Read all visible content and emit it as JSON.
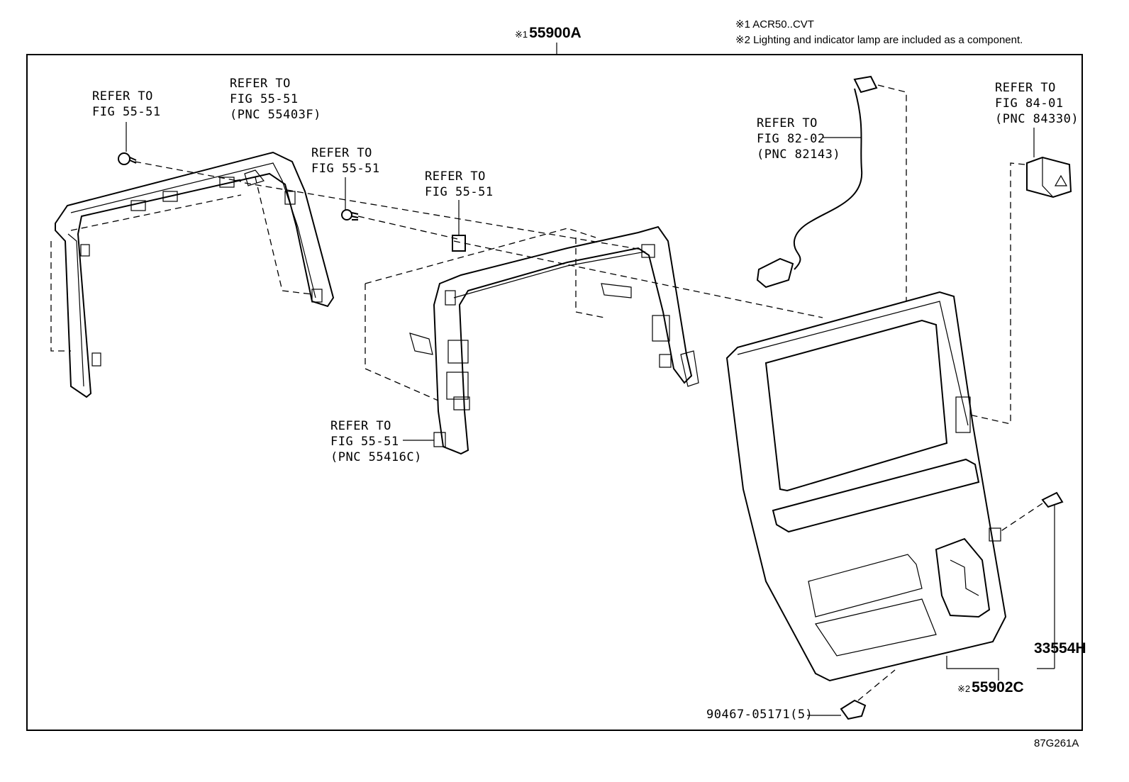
{
  "notes": {
    "note1": "※1 ACR50..CVT",
    "note2": "※2 Lighting and indicator lamp are included as a component."
  },
  "assembly": {
    "mark": "※1",
    "part": "55900A"
  },
  "refs": {
    "r1": [
      "REFER TO",
      "FIG 55-51"
    ],
    "r2": [
      "REFER TO",
      "FIG 55-51",
      "(PNC 55403F)"
    ],
    "r3": [
      "REFER TO",
      "FIG 55-51"
    ],
    "r4": [
      "REFER TO",
      "FIG 55-51"
    ],
    "r5": [
      "REFER TO",
      "FIG 55-51",
      "(PNC 55416C)"
    ],
    "r6": [
      "REFER TO",
      "FIG 82-02",
      "(PNC 82143)"
    ],
    "r7": [
      "REFER TO",
      "FIG 84-01",
      "(PNC 84330)"
    ]
  },
  "parts": {
    "p33554": "33554H",
    "p55902": {
      "mark": "※2",
      "part": "55902C"
    },
    "p90467": "90467-05171(5)"
  },
  "figure_code": "87G261A"
}
